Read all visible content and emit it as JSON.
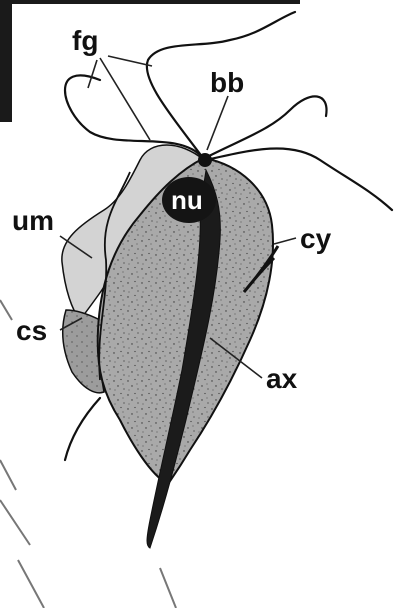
{
  "labels": {
    "fg": "fg",
    "bb": "bb",
    "nu": "nu",
    "um": "um",
    "cy": "cy",
    "cs": "cs",
    "ax": "ax"
  },
  "colors": {
    "body_fill": "#a9a9a9",
    "membrane_fill": "#d3d3d3",
    "costa_fill": "#9c9c9c",
    "nucleus_fill": "#141414",
    "axostyle_fill": "#1b1b1b",
    "outline": "#111111",
    "corner_block": "#1a1a1a"
  }
}
